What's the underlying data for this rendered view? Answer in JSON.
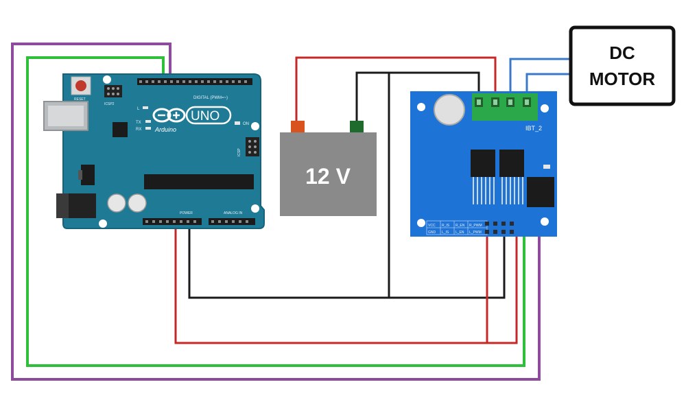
{
  "colors": {
    "arduino_board": "#1f7a96",
    "arduino_edge": "#17617a",
    "driver_board": "#1e73d6",
    "driver_heatsink_bar": "#2aa84a",
    "battery_body": "#8a8a8a",
    "battery_pos_terminal": "#d9531e",
    "battery_neg_terminal": "#1f6b2e",
    "wire_red": "#c62828",
    "wire_black": "#1a1a1a",
    "wire_green": "#2fbf3a",
    "wire_purple": "#8e4b9e",
    "wire_blue": "#3a78c9"
  },
  "arduino": {
    "brand": "Arduino",
    "model": "UNO",
    "reset_label": "RESET",
    "icsp_label": "ICSP2",
    "icsp_label_2": "ICSP",
    "digital_label": "DIGITAL (PWM=~)",
    "power_label": "POWER",
    "analog_label": "ANALOG IN",
    "on_label": "ON",
    "tx_label": "TX",
    "rx_label": "RX",
    "l_label": "L"
  },
  "battery": {
    "label": "12 V"
  },
  "driver": {
    "label": "IBT_2",
    "pin_labels_top": [
      "VCC",
      "R_IS",
      "R_EN",
      "R_PWM"
    ],
    "pin_labels_bottom": [
      "GND",
      "L_IS",
      "L_EN",
      "L_PWM"
    ]
  },
  "motor": {
    "line1": "DC",
    "line2": "MOTOR"
  }
}
